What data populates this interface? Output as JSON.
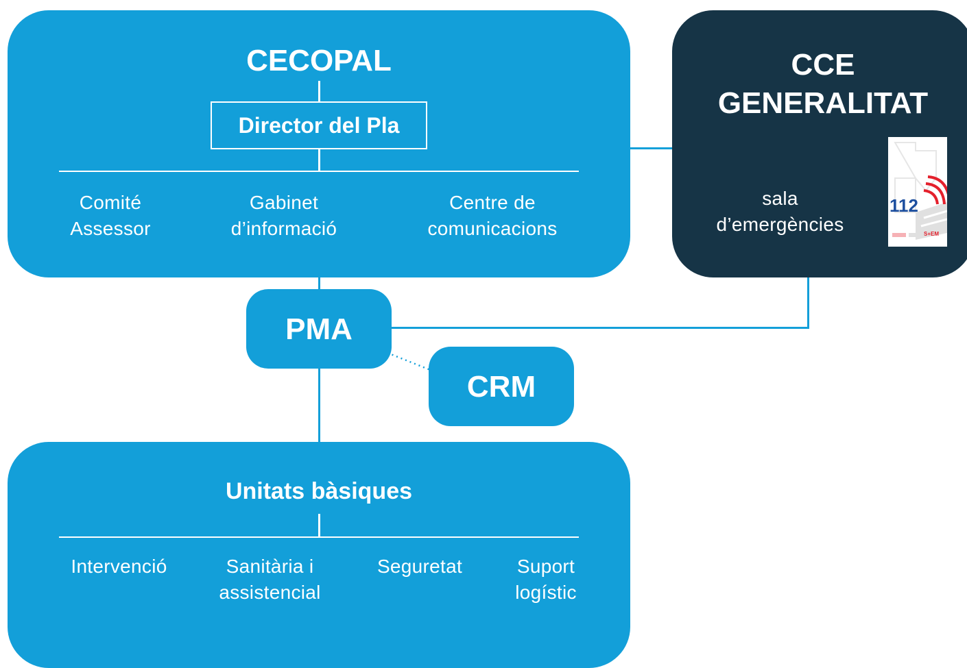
{
  "cecopal": {
    "title": "CECOPAL",
    "director": "Director del Pla",
    "items": [
      {
        "line1": "Comité",
        "line2": "Assessor"
      },
      {
        "line1": "Gabinet",
        "line2": "d’informació"
      },
      {
        "line1": "Centre de",
        "line2": "comunicacions"
      }
    ]
  },
  "cce": {
    "title_line1": "CCE",
    "title_line2": "GENERALITAT",
    "sala_line1": "sala",
    "sala_line2": "d’emergències",
    "logo_text": "112",
    "logo_subtext": "S+EM",
    "logo_icon": "112-emergency-logo"
  },
  "pma": {
    "label": "PMA"
  },
  "crm": {
    "label": "CRM"
  },
  "unitats": {
    "title": "Unitats bàsiques",
    "items": [
      {
        "line1": "Intervenció",
        "line2": ""
      },
      {
        "line1": "Sanitària i",
        "line2": "assistencial"
      },
      {
        "line1": "Seguretat",
        "line2": ""
      },
      {
        "line1": "Suport",
        "line2": "logístic"
      }
    ]
  },
  "colors": {
    "blue": "#139fd9",
    "navy": "#163446",
    "logo_red": "#e4202c",
    "logo_blue": "#1d4f9f"
  }
}
